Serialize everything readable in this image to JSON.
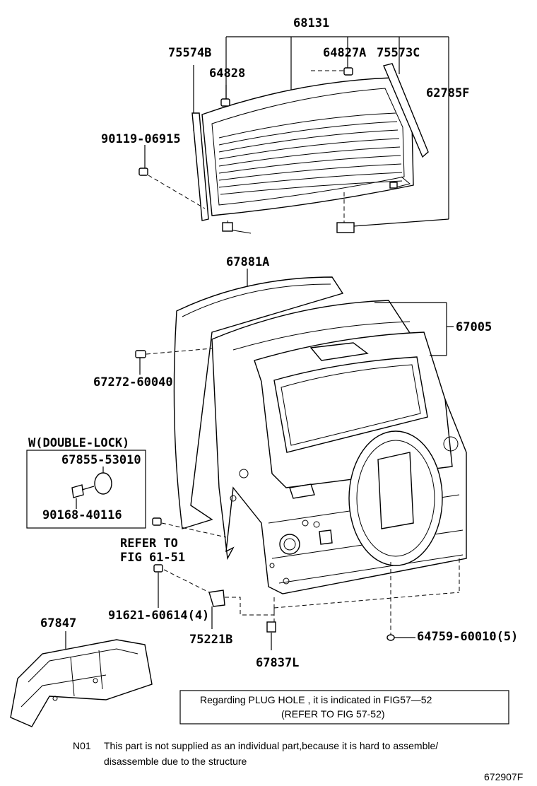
{
  "labels": {
    "p68131": "68131",
    "p75574B": "75574B",
    "p64828": "64828",
    "p64827A": "64827A",
    "p75573C": "75573C",
    "p62785F": "62785F",
    "p90119": "90119-06915",
    "p67881A": "67881A",
    "p67005": "67005",
    "p67272": "67272-60040",
    "w_double_lock": "W(DOUBLE-LOCK)",
    "p67855": "67855-53010",
    "p90168": "90168-40116",
    "refer_to": "REFER TO",
    "fig_61_51": "FIG 61-51",
    "p67847": "67847",
    "p91621": "91621-60614(4)",
    "p75221B": "75221B",
    "p67837L": "67837L",
    "p64759": "64759-60010(5)"
  },
  "plug_note": {
    "line1": "Regarding PLUG HOLE , it is indicated in FIG57—52",
    "line2": "(REFER TO FIG 57-52)"
  },
  "footnote": {
    "code": "N01",
    "line1": "This part is not supplied as an individual part,because it is hard to assemble/",
    "line2": "disassemble due to the structure"
  },
  "figure_id": "672907F"
}
